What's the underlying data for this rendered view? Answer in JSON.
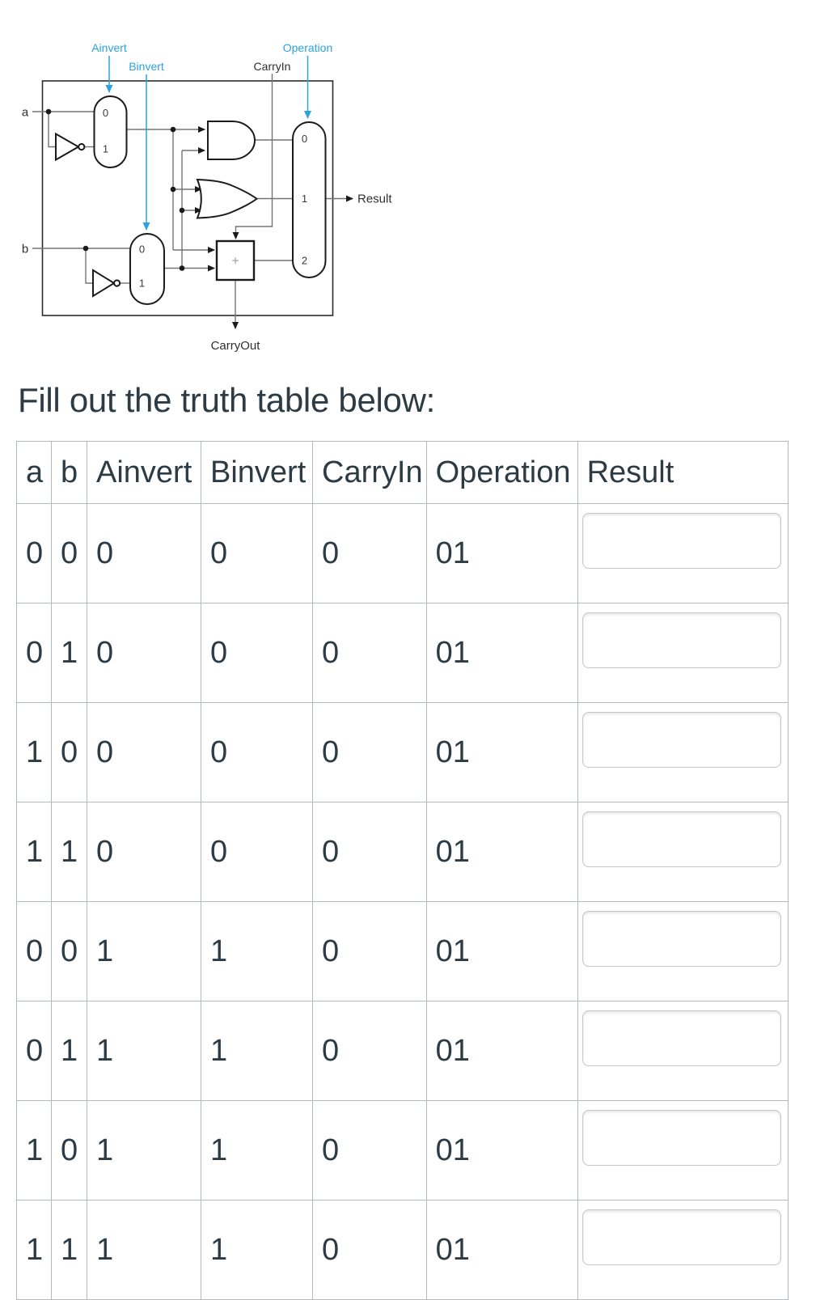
{
  "diagram": {
    "colors": {
      "accent_blue": "#2CA3DC"
    },
    "control_labels": {
      "ainvert": "Ainvert",
      "binvert": "Binvert",
      "carryin": "CarryIn",
      "operation": "Operation"
    },
    "io_labels": {
      "a": "a",
      "b": "b",
      "result": "Result",
      "carryout": "CarryOut"
    },
    "mux_a": {
      "in0": "0",
      "in1": "1"
    },
    "mux_b": {
      "in0": "0",
      "in1": "1"
    },
    "result_mux": {
      "in0": "0",
      "in1": "1",
      "in2": "2"
    },
    "adder_symbol": "+"
  },
  "instruction": "Fill out the truth table below:",
  "table": {
    "headers": [
      "a",
      "b",
      "Ainvert",
      "Binvert",
      "CarryIn",
      "Operation",
      "Result"
    ],
    "rows": [
      [
        "0",
        "0",
        "0",
        "0",
        "0",
        "01"
      ],
      [
        "0",
        "1",
        "0",
        "0",
        "0",
        "01"
      ],
      [
        "1",
        "0",
        "0",
        "0",
        "0",
        "01"
      ],
      [
        "1",
        "1",
        "0",
        "0",
        "0",
        "01"
      ],
      [
        "0",
        "0",
        "1",
        "1",
        "0",
        "01"
      ],
      [
        "0",
        "1",
        "1",
        "1",
        "0",
        "01"
      ],
      [
        "1",
        "0",
        "1",
        "1",
        "0",
        "01"
      ],
      [
        "1",
        "1",
        "1",
        "1",
        "0",
        "01"
      ]
    ],
    "result_input_value": ""
  }
}
